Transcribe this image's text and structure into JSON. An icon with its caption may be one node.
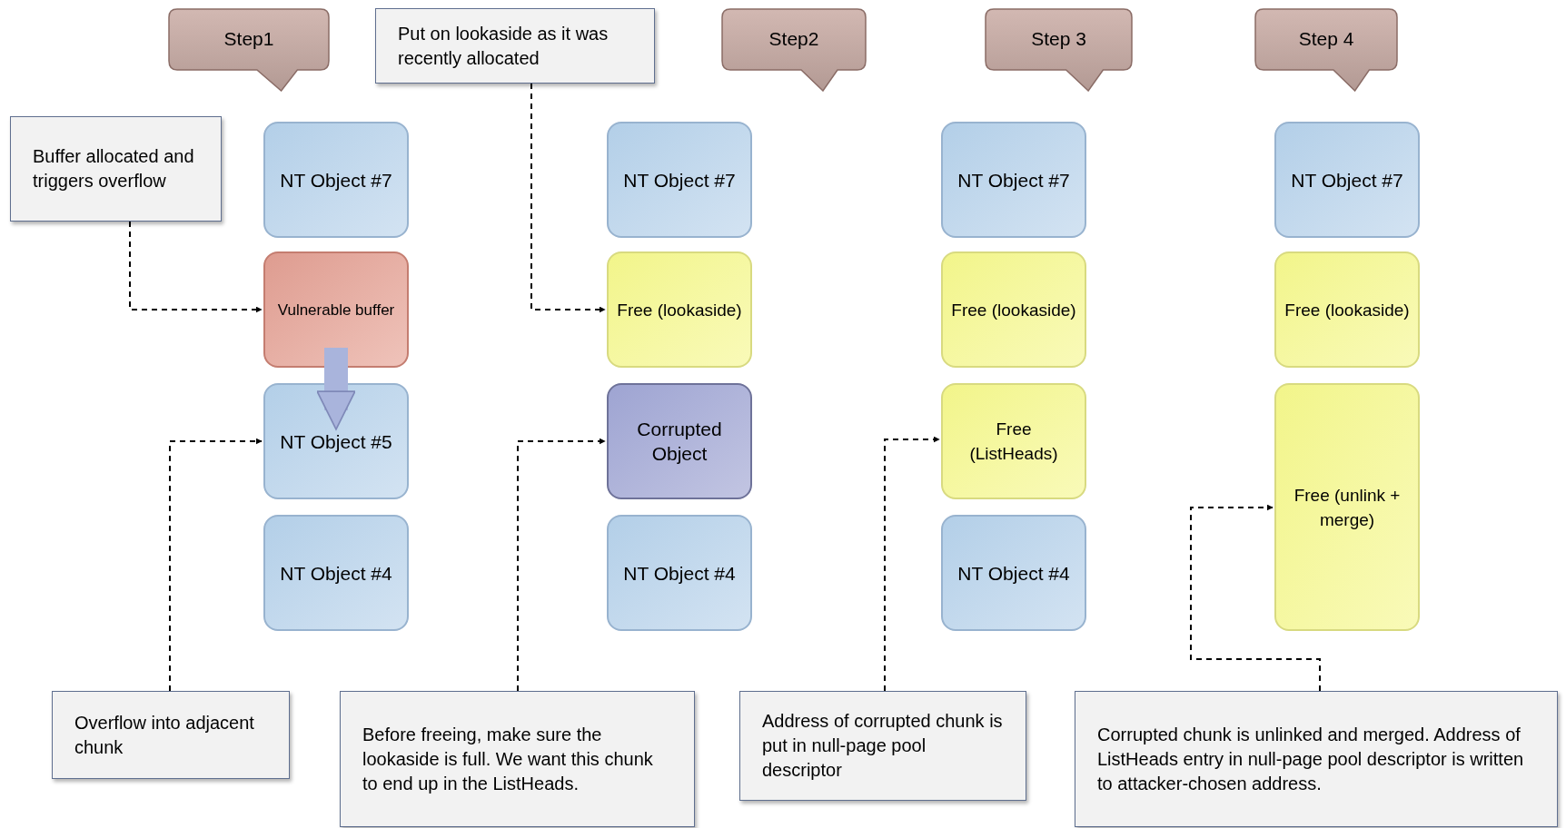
{
  "diagram": {
    "nodes": [
      {
        "text": [
          "Step1"
        ]
      },
      {
        "text": [
          "Put on lookaside as it was recently allocated"
        ]
      },
      {
        "text": [
          "Step2"
        ]
      },
      {
        "text": [
          "Step 3"
        ]
      },
      {
        "text": [
          "Step 4"
        ]
      },
      {
        "text": [
          "Buffer allocated and triggers overflow"
        ]
      },
      {
        "text": [
          "NT Object #7"
        ]
      },
      {
        "text": [
          "NT Object #7"
        ]
      },
      {
        "text": [
          "NT Object #7"
        ]
      },
      {
        "text": [
          "NT Object #7"
        ]
      },
      {
        "text": [
          "Vulnerable buffer"
        ]
      },
      {
        "text": [
          "Free (lookaside)"
        ]
      },
      {
        "text": [
          "Free (lookaside)"
        ]
      },
      {
        "text": [
          "Free (lookaside)"
        ]
      },
      {
        "text": [
          "NT Object #5"
        ]
      },
      {
        "text": [
          "Corrupted Object"
        ]
      },
      {
        "text": [
          "Free (ListHeads)"
        ]
      },
      {
        "text": [
          "Free (unlink + merge)"
        ]
      },
      {
        "text": [
          "NT Object #4"
        ]
      },
      {
        "text": [
          "NT Object #4"
        ]
      },
      {
        "text": [
          "NT Object #4"
        ]
      },
      {
        "text": [
          "Overflow into adjacent chunk"
        ]
      },
      {
        "text": [
          "Before freeing, make sure the lookaside is full. We want this chunk to end up in the ListHeads."
        ]
      },
      {
        "text": [
          "Address of corrupted chunk is put in null-page pool descriptor"
        ]
      },
      {
        "text": [
          "Corrupted chunk is unlinked and merged. Address of ListHeads entry in null-page pool descriptor is written to attacker-chosen address."
        ]
      }
    ],
    "edges": [
      {
        "from": 5,
        "to": 10,
        "arrow": "to",
        "style": "dashed"
      },
      {
        "from": 21,
        "to": 14,
        "arrow": "to",
        "style": "dashed"
      },
      {
        "from": 1,
        "to": 11,
        "arrow": "to",
        "style": "dashed"
      },
      {
        "from": 22,
        "to": 15,
        "arrow": "to",
        "style": "dashed"
      },
      {
        "from": 23,
        "to": 16,
        "arrow": "to",
        "style": "dashed"
      },
      {
        "from": 24,
        "to": 17,
        "arrow": "to",
        "style": "dashed"
      },
      {
        "from": 10,
        "to": 14,
        "arrow": "to",
        "style": "thick",
        "color": "#a9b4dc"
      }
    ]
  }
}
